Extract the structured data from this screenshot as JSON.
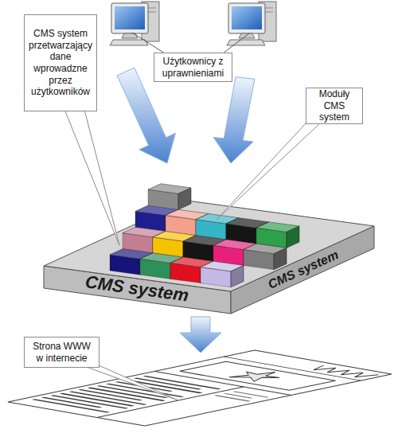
{
  "diagram": {
    "nodes": [
      {
        "text": [
          "CMS system przetwarzający dane wprowadzne przez użytkowników"
        ]
      },
      {
        "text": [
          "Użytkownicy z uprawnieniami"
        ]
      },
      {
        "text": [
          "Moduły CMS system"
        ]
      },
      {
        "text": [
          "Strona WWW w internecie"
        ]
      }
    ],
    "labels": [
      "CMS system",
      "CMS system"
    ]
  }
}
